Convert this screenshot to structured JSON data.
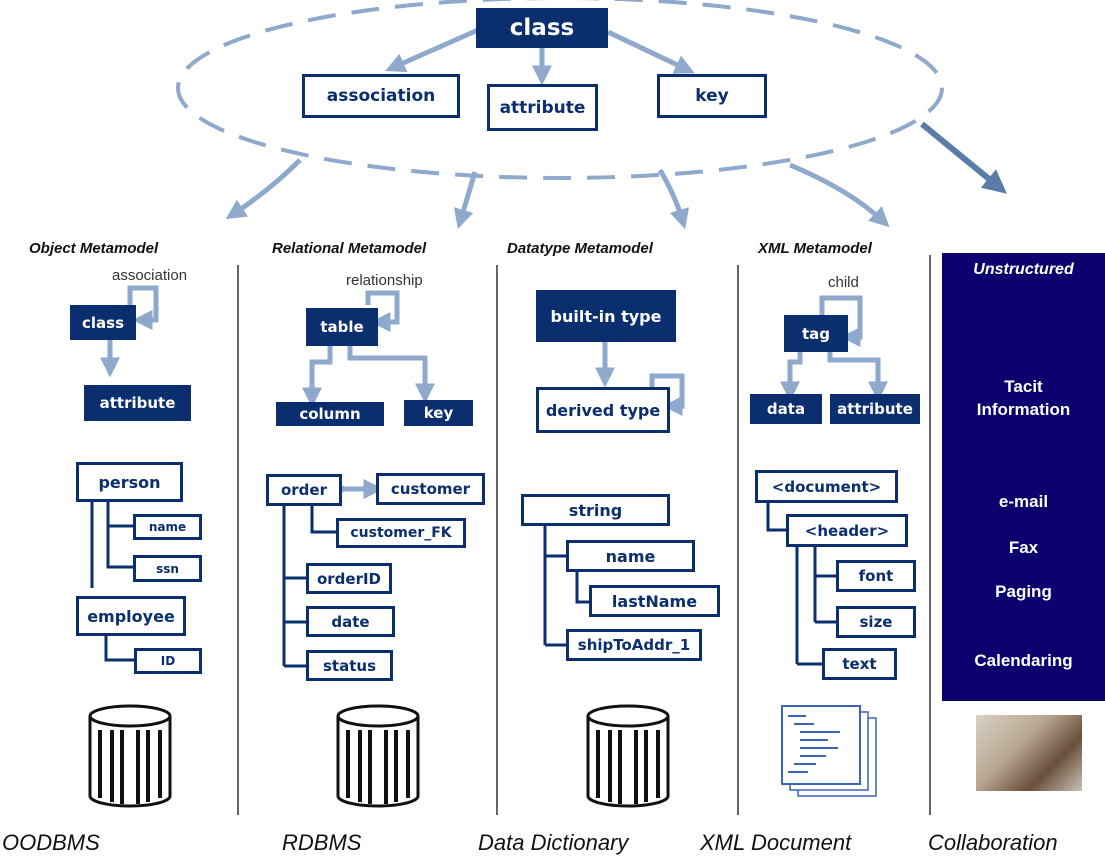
{
  "top": {
    "class": "class",
    "association": "association",
    "attribute": "attribute",
    "key": "key"
  },
  "columns": {
    "object": {
      "title": "Object Metamodel",
      "loop_label": "association",
      "class": "class",
      "attribute": "attribute",
      "person": "person",
      "name": "name",
      "ssn": "ssn",
      "employee": "employee",
      "id": "ID",
      "footer": "OODBMS"
    },
    "relational": {
      "title": "Relational Metamodel",
      "loop_label": "relationship",
      "table": "table",
      "column": "column",
      "key": "key",
      "order": "order",
      "customer": "customer",
      "customer_fk": "customer_FK",
      "orderid": "orderID",
      "date": "date",
      "status": "status",
      "footer": "RDBMS"
    },
    "datatype": {
      "title": "Datatype Metamodel",
      "builtin": "built-in type",
      "derived": "derived type",
      "string": "string",
      "name": "name",
      "lastname": "lastName",
      "shiptoaddr": "shipToAddr_1",
      "footer": "Data Dictionary"
    },
    "xml": {
      "title": "XML Metamodel",
      "loop_label": "child",
      "tag": "tag",
      "data": "data",
      "attribute": "attribute",
      "document": "<document>",
      "header": "<header>",
      "font": "font",
      "size": "size",
      "text": "text",
      "footer": "XML Document"
    },
    "unstructured": {
      "title": "Unstructured",
      "tacit": "Tacit Information",
      "email": "e-mail",
      "fax": "Fax",
      "paging": "Paging",
      "calendaring": "Calendaring",
      "footer": "Collaboration"
    }
  },
  "colors": {
    "navy": "#0b2f6e",
    "arrow": "#8ea9cc",
    "unstructured_bg": "#0b006e"
  }
}
